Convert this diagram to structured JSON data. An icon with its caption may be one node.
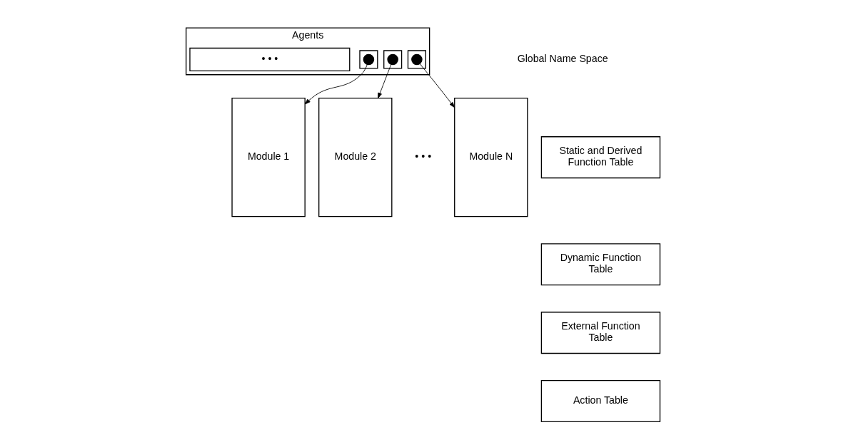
{
  "diagram": {
    "nodes": [
      {
        "text": [
          "Agents"
        ]
      },
      {
        "text": [],
        "shape": "box",
        "in": 0
      },
      {
        "text": [],
        "shape": "box",
        "in": 0
      },
      {
        "text": [
          "• • •"
        ],
        "in": 0
      },
      {
        "text": [],
        "shape": "box",
        "in": 0
      },
      {
        "text": [],
        "shape": "circle",
        "in": 1
      },
      {
        "text": [],
        "shape": "circle",
        "in": 2
      },
      {
        "text": [],
        "shape": "circle",
        "in": 4
      },
      {
        "text": [
          "Module 1"
        ]
      },
      {
        "text": [
          "Module 2"
        ]
      },
      {
        "text": [
          "Module N"
        ]
      },
      {
        "text": [
          "Static and Derived Function Table"
        ]
      },
      {
        "text": [
          "Dynamic Function Table"
        ]
      },
      {
        "text": [
          "External Function Table"
        ]
      },
      {
        "text": [
          "Action Table"
        ]
      }
    ],
    "edges": [
      {
        "from": 5,
        "to": 8,
        "arrow": "to"
      },
      {
        "from": 6,
        "to": 9,
        "arrow": "to"
      },
      {
        "from": 7,
        "to": 10,
        "arrow": "to"
      }
    ],
    "labels": [
      "• • •",
      "Global Name Space"
    ]
  }
}
